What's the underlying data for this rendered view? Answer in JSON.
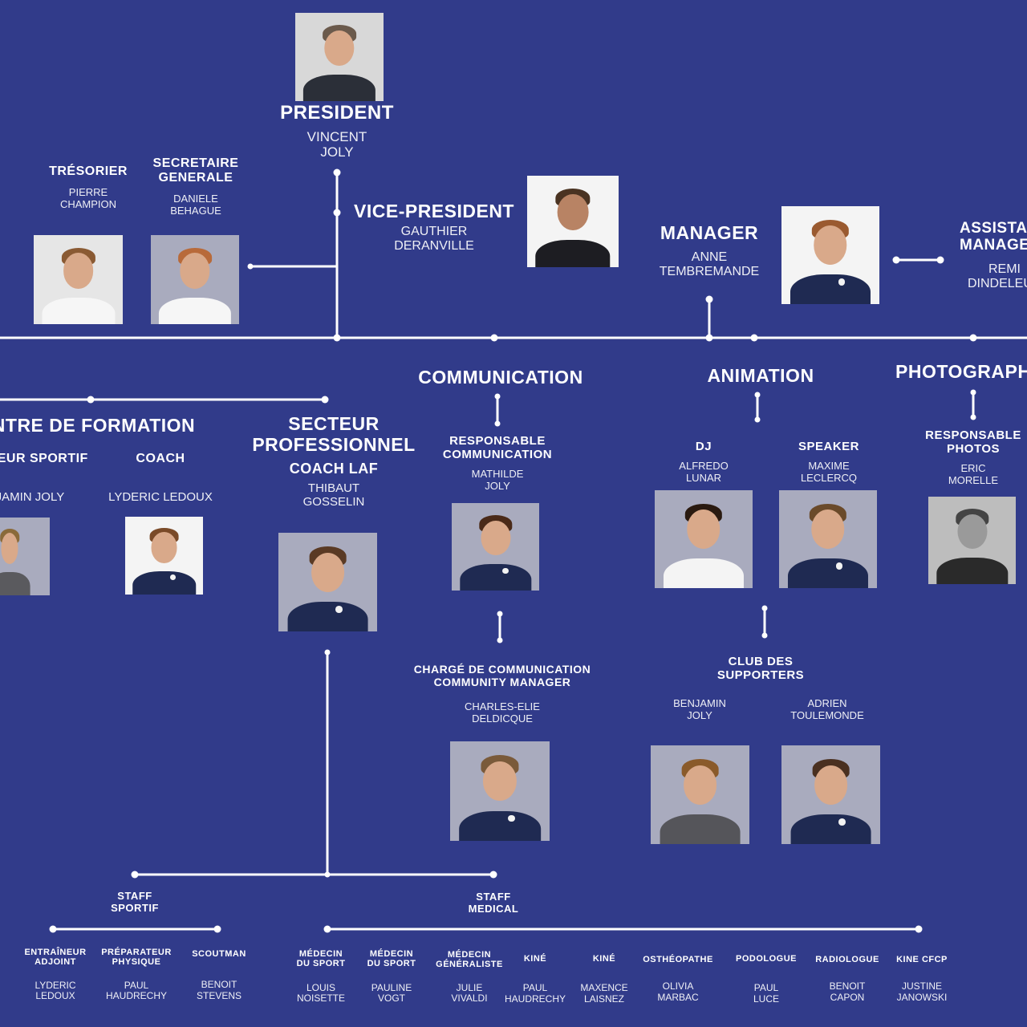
{
  "colors": {
    "background": "#313b8a",
    "line": "#ffffff",
    "navy": "#1f2a52",
    "photo_bg": "#a9abbe",
    "white_bg": "#f4f4f4"
  },
  "president": {
    "title": "PRESIDENT",
    "name1": "VINCENT",
    "name2": "JOLY"
  },
  "tresorier": {
    "title": "TRÉSORIER",
    "name1": "PIERRE",
    "name2": "CHAMPION"
  },
  "secretaire": {
    "title1": "SECRETAIRE",
    "title2": "GENERALE",
    "name1": "DANIELE",
    "name2": "BEHAGUE"
  },
  "vice_president": {
    "title": "VICE-PRESIDENT",
    "name1": "GAUTHIER",
    "name2": "DERANVILLE"
  },
  "manager": {
    "title": "MANAGER",
    "name1": "ANNE",
    "name2": "TEMBREMANDE"
  },
  "assistant": {
    "title1": "ASSISTANT",
    "title2": "MANAGER",
    "name1": "REMI",
    "name2": "DINDELEUX"
  },
  "centre_formation": {
    "title": "CENTRE DE FORMATION"
  },
  "directeur_sportif": {
    "title": "DIRECTEUR SPORTIF",
    "name": "BENJAMIN JOLY"
  },
  "coach_cf": {
    "title": "COACH",
    "name": "LYDERIC LEDOUX"
  },
  "secteur_pro": {
    "title1": "SECTEUR",
    "title2": "PROFESSIONNEL",
    "subtitle": "COACH LAF",
    "name1": "THIBAUT",
    "name2": "GOSSELIN"
  },
  "communication": {
    "title": "COMMUNICATION"
  },
  "resp_comm": {
    "title1": "RESPONSABLE",
    "title2": "COMMUNICATION",
    "name1": "MATHILDE",
    "name2": "JOLY"
  },
  "charge_comm": {
    "title1": "CHARGÉ DE COMMUNICATION",
    "title2": "COMMUNITY MANAGER",
    "name1": "CHARLES-ELIE",
    "name2": "DELDICQUE"
  },
  "animation": {
    "title": "ANIMATION"
  },
  "dj": {
    "title": "DJ",
    "name1": "ALFREDO",
    "name2": "LUNAR"
  },
  "speaker": {
    "title": "SPEAKER",
    "name1": "MAXIME",
    "name2": "LECLERCQ"
  },
  "club_supporters": {
    "title1": "CLUB DES",
    "title2": "SUPPORTERS"
  },
  "supporter1": {
    "name1": "BENJAMIN",
    "name2": "JOLY"
  },
  "supporter2": {
    "name1": "ADRIEN",
    "name2": "TOULEMONDE"
  },
  "photographie": {
    "title": "PHOTOGRAPHIE"
  },
  "resp_photos": {
    "title1": "RESPONSABLE",
    "title2": "PHOTOS",
    "name1": "ERIC",
    "name2": "MORELLE"
  },
  "staff_sportif": {
    "title1": "STAFF",
    "title2": "SPORTIF"
  },
  "staff_medical": {
    "title1": "STAFF",
    "title2": "MEDICAL"
  },
  "sportif_members": [
    {
      "t1": "ENTRAÎNEUR",
      "t2": "ADJOINT",
      "n1": "LYDERIC",
      "n2": "LEDOUX"
    },
    {
      "t1": "PRÉPARATEUR",
      "t2": "PHYSIQUE",
      "n1": "PAUL",
      "n2": "HAUDRECHY"
    },
    {
      "t1": "SCOUTMAN",
      "t2": "",
      "n1": "BENOIT",
      "n2": "STEVENS"
    }
  ],
  "medical_members": [
    {
      "t1": "MÉDECIN",
      "t2": "DU SPORT",
      "n1": "LOUIS",
      "n2": "NOISETTE"
    },
    {
      "t1": "MÉDECIN",
      "t2": "DU SPORT",
      "n1": "PAULINE",
      "n2": "VOGT"
    },
    {
      "t1": "MÉDECIN",
      "t2": "GÉNÉRALISTE",
      "n1": "JULIE",
      "n2": "VIVALDI"
    },
    {
      "t1": "KINÉ",
      "t2": "",
      "n1": "PAUL",
      "n2": "HAUDRECHY"
    },
    {
      "t1": "KINÉ",
      "t2": "",
      "n1": "MAXENCE",
      "n2": "LAISNEZ"
    },
    {
      "t1": "OSTHÉOPATHE",
      "t2": "",
      "n1": "OLIVIA",
      "n2": "MARBAC"
    },
    {
      "t1": "PODOLOGUE",
      "t2": "",
      "n1": "PAUL",
      "n2": "LUCE"
    },
    {
      "t1": "RADIOLOGUE",
      "t2": "",
      "n1": "BENOIT",
      "n2": "CAPON"
    },
    {
      "t1": "KINE CFCP",
      "t2": "",
      "n1": "JUSTINE",
      "n2": "JANOWSKI"
    }
  ]
}
